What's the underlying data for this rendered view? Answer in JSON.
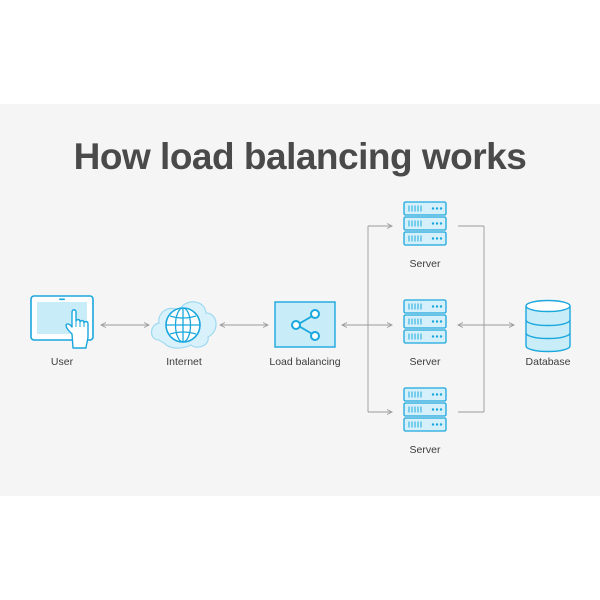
{
  "title": "How load balancing works",
  "nodes": {
    "user": "User",
    "internet": "Internet",
    "load_balancer": "Load balancing",
    "server_top": "Server",
    "server_middle": "Server",
    "server_bottom": "Server",
    "database": "Database"
  },
  "colors": {
    "accent": "#1aa7dd",
    "accent_light": "#c8ecf8",
    "connector": "#9a9a9a",
    "title": "#4a4a4a",
    "panel": "#f5f5f5"
  },
  "icons": [
    "tablet-touch-icon",
    "cloud-globe-icon",
    "share-icon",
    "server-rack-icon",
    "database-icon"
  ]
}
